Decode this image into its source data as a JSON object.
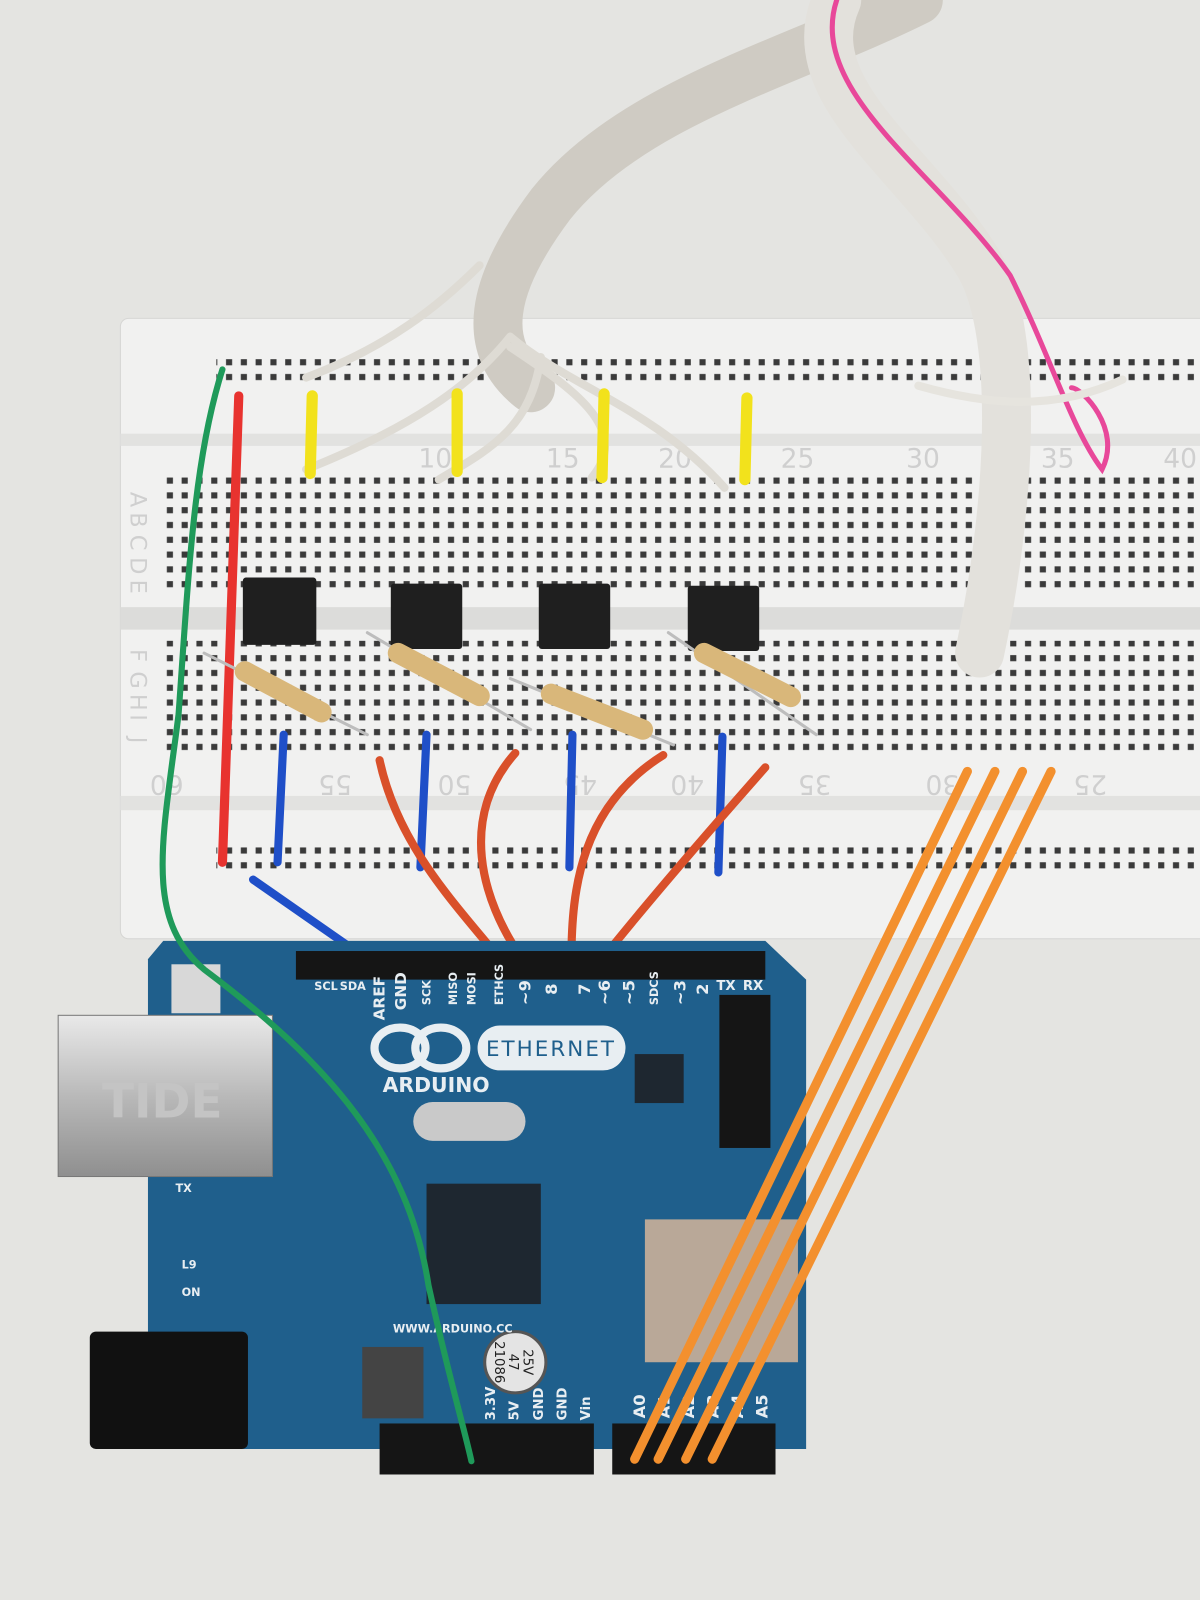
{
  "colors": {
    "background": "#e4e4e1",
    "breadboard": "#f1f1f0",
    "pcb": "#1f5f8c",
    "wire_red": "#e8332f",
    "wire_yellow": "#f2e21c",
    "wire_blue": "#1f4fc8",
    "wire_orange_red": "#d9502a",
    "wire_green": "#1f9a5a",
    "wire_orange": "#f3902e",
    "ribbon": "#d8d6d0",
    "ribbon_stripe": "#e8489a"
  },
  "breadboard": {
    "top_numbers": [
      "10",
      "15",
      "20",
      "25",
      "30",
      "35",
      "40"
    ],
    "bottom_numbers": [
      "60",
      "55",
      "50",
      "45",
      "40",
      "35",
      "30",
      "25"
    ],
    "row_letters_top": [
      "A",
      "B",
      "C",
      "D",
      "E"
    ],
    "row_letters_bottom": [
      "F",
      "G",
      "H",
      "I",
      "J"
    ]
  },
  "arduino": {
    "brand": "ARDUINO",
    "model": "ETHERNET",
    "url": "WWW.ARDUINO.CC",
    "jack_label": "TIDE",
    "top_pins": [
      "SCL",
      "SDA",
      "AREF",
      "GND",
      "SCK",
      "MISO",
      "MOSI",
      "ETHCS",
      "~9",
      "8",
      "7",
      "~6",
      "~5",
      "SDCS",
      "~3",
      "2",
      "TX",
      "RX"
    ],
    "bottom_pins": [
      "3.3V",
      "5V",
      "GND",
      "GND",
      "Vin",
      "A0",
      "A1",
      "A2",
      "A3",
      "A4",
      "A5"
    ],
    "leds": [
      "TX",
      "L9",
      "ON"
    ],
    "capacitor": [
      "25V",
      "47",
      "21086"
    ]
  }
}
